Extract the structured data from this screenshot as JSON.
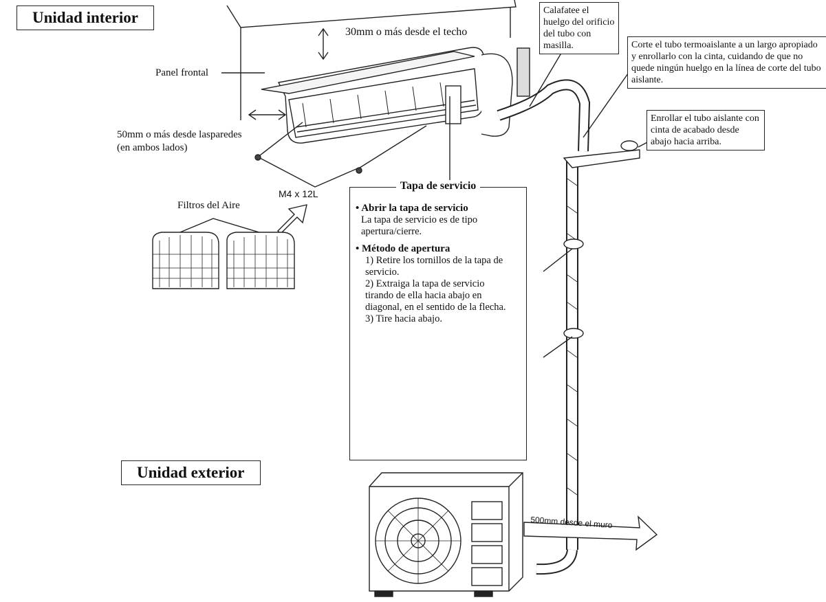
{
  "labels": {
    "indoor_unit": "Unidad interior",
    "outdoor_unit": "Unidad exterior",
    "ceiling_gap": "30mm o más desde el techo",
    "front_panel": "Panel frontal",
    "side_gap_line1": "50mm o más desde lasparedes",
    "side_gap_line2": "(en ambos lados)",
    "screw_spec": "M4 x 12L",
    "air_filters": "Filtros del Aire",
    "caulk_note": "Calafatee el huelgo del orificio del tubo con masilla.",
    "cut_tube_note": "Corte el tubo termoaislante a un largo apropiado y enrollarlo con la cinta, cuidando de que no quede ningún huelgo en la línea de corte del tubo aislante.",
    "wrap_tube_note": "Enrollar el tubo aislante con cinta de acabado desde abajo hacia arriba.",
    "wall_distance": "500mm desde el muro"
  },
  "service_panel": {
    "title": "Tapa de servicio",
    "open_heading": "Abrir la tapa de servicio",
    "open_text": "La tapa de servicio es de tipo apertura/cierre.",
    "method_heading": "Método de apertura",
    "steps": [
      "1) Retire los tornillos de la tapa de servicio.",
      "2) Extraiga la tapa de servicio tirando de ella hacia abajo en diagonal, en el sentido de la flecha.",
      "3) Tire hacia abajo."
    ]
  }
}
